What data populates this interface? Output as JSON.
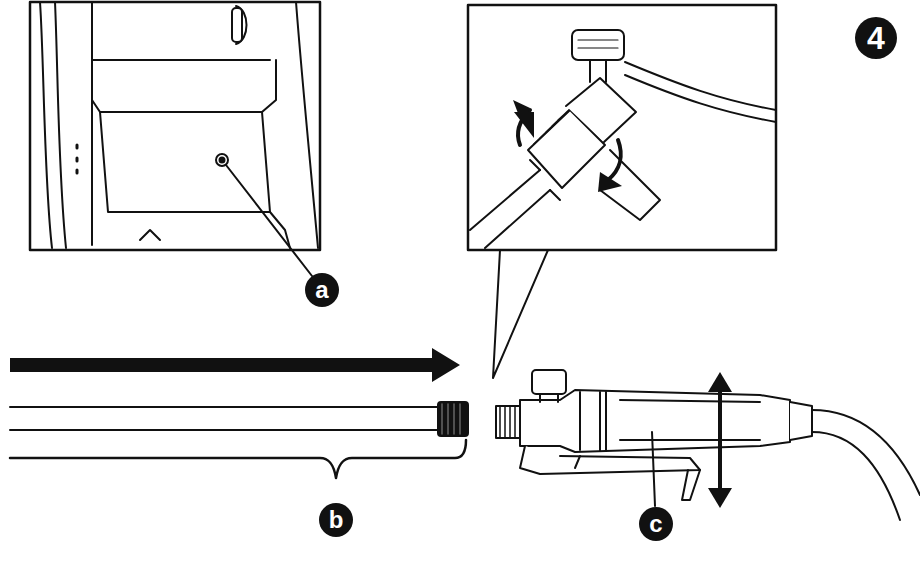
{
  "diagram": {
    "labels": [
      "4",
      "a",
      "b",
      "c"
    ]
  }
}
